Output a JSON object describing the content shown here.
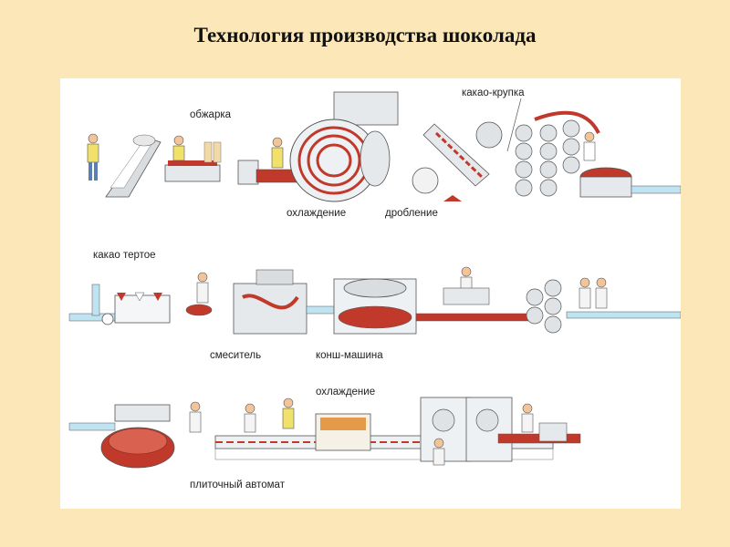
{
  "title": "Технология производства шоколада",
  "labels": {
    "roasting": "обжарка",
    "cocoa_nibs": "какао-крупка",
    "cooling_1": "охлаждение",
    "crushing": "дробление",
    "cocoa_liquor": "какао тертое",
    "mixer": "смеситель",
    "conche": "конш-машина",
    "cooling_2": "охлаждение",
    "bar_machine": "плиточный автомат"
  },
  "colors": {
    "background": "#fbe7b8",
    "panel": "#ffffff",
    "pipe": "#bfe3f0",
    "cocoa": "#c0392b",
    "machine": "#e6e9ec"
  }
}
